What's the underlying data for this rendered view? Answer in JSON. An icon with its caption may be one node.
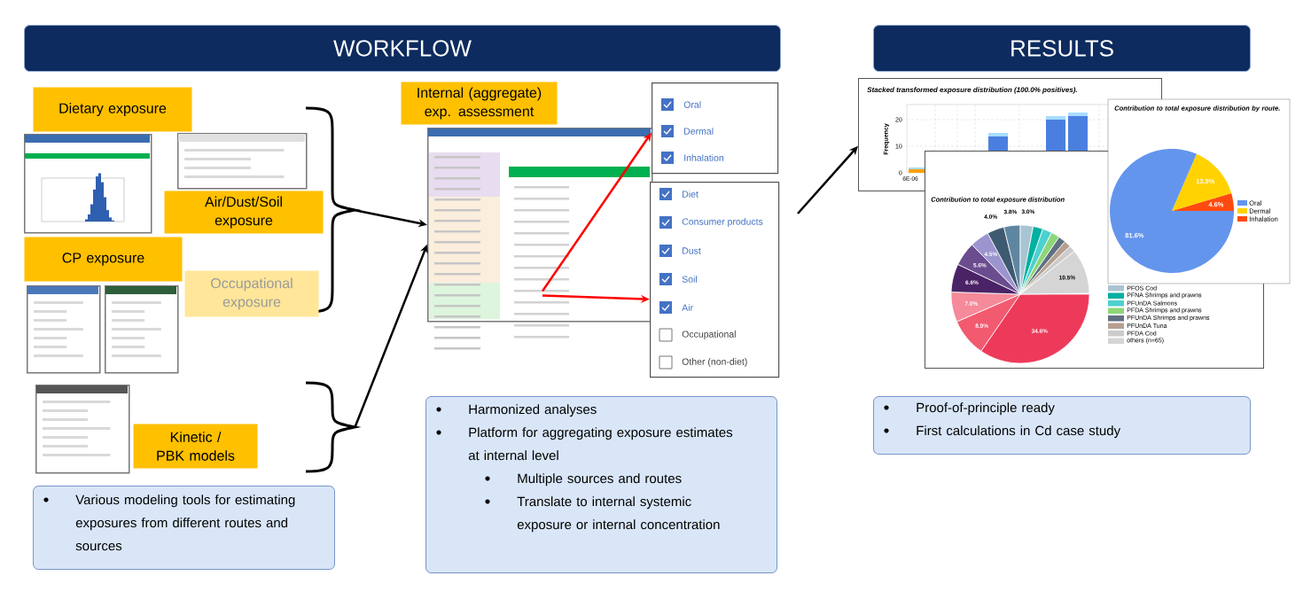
{
  "diagram": {
    "nodes": [
      {
        "text": [
          "WORKFLOW"
        ]
      },
      {
        "text": [
          "RESULTS"
        ]
      },
      {
        "text": [
          "Dietary exposure"
        ]
      },
      {
        "text": [],
        "shape": "picture"
      },
      {
        "text": [],
        "shape": "picture"
      },
      {
        "text": [
          "Air/Dust/Soil exposure"
        ]
      },
      {
        "text": [
          "CP exposure"
        ]
      },
      {
        "text": [],
        "shape": "picture"
      },
      {
        "text": [],
        "shape": "picture"
      },
      {
        "text": [
          "Occupational exposure"
        ]
      },
      {
        "text": [],
        "shape": "picture"
      },
      {
        "text": [
          "Kinetic / PBK models"
        ]
      },
      {
        "text": [
          "Various modeling tools for estimating exposures from different routes and sources"
        ]
      },
      {
        "text": [],
        "shape": "picture"
      },
      {
        "text": [
          "Internal (aggregate) exp. assessment"
        ]
      },
      {
        "text": [
          "Oral",
          "Dermal",
          "Inhalation"
        ]
      },
      {
        "text": [
          "Diet",
          "Consumer products",
          "Dust",
          "Soil",
          "Air",
          "Occupational",
          "Other (non-diet)"
        ]
      },
      {
        "text": [
          "Harmonized analyses",
          "Platform for aggregating exposure estimates at internal level",
          "Multiple sources and routes",
          "Translate to internal systemic exposure or internal concentration"
        ]
      },
      {
        "text": [
          "Stacked transformed exposure distribution (100.0% positives).",
          "Frequency",
          "20",
          "10",
          "0",
          "6E-06"
        ]
      },
      {
        "text": [
          "Contribution to total exposure distribution",
          "34.6%",
          "8.9%",
          "7.0%",
          "6.6%",
          "5.6%",
          "4.5%",
          "4.0%",
          "3.8%",
          "3.0%",
          "10.5%"
        ]
      },
      {
        "text": [
          "Proof-of-principle ready",
          "First calculations in Cd case study"
        ]
      },
      {
        "text": [],
        "shape": "brace"
      },
      {
        "text": [],
        "shape": "brace"
      }
    ],
    "edges": [
      {
        "from": 21,
        "to": 13,
        "arrow": "to"
      },
      {
        "from": 22,
        "to": 13,
        "arrow": "to"
      },
      {
        "from": null,
        "to": 18,
        "arrow": "to"
      },
      {
        "from": 13,
        "to": 15,
        "arrow": "to",
        "color": "#ff0000"
      },
      {
        "from": 13,
        "to": 16,
        "arrow": "to",
        "color": "#ff0000"
      }
    ],
    "legend": [
      {
        "text": "PFOS Cod",
        "color": "#a9c4d2"
      },
      {
        "text": "PFNA Shrimps and prawns",
        "color": "#00b0a0"
      },
      {
        "text": "PFUnDA Salmons",
        "color": "#4dd0d0"
      },
      {
        "text": "PFDA Shrimps and prawns",
        "color": "#8ed67a"
      },
      {
        "text": "PFUnDA Shrimps and prawns",
        "color": "#5f7080"
      },
      {
        "text": "PFUnDA Tuna",
        "color": "#b5a090"
      },
      {
        "text": "PFDA Cod",
        "color": "#cccccc"
      },
      {
        "text": "others (n=65)",
        "color": "#d5d5d5"
      }
    ],
    "chart_data": {
      "type": "pie",
      "title": "Contribution to total exposure distribution by route.",
      "categories": [
        "Oral",
        "Dermal",
        "Inhalation"
      ],
      "values": [
        81.6,
        13.9,
        4.6
      ],
      "value_labels": [
        "81.6%",
        "13.9%",
        "4.6%"
      ],
      "legend": "right"
    }
  }
}
